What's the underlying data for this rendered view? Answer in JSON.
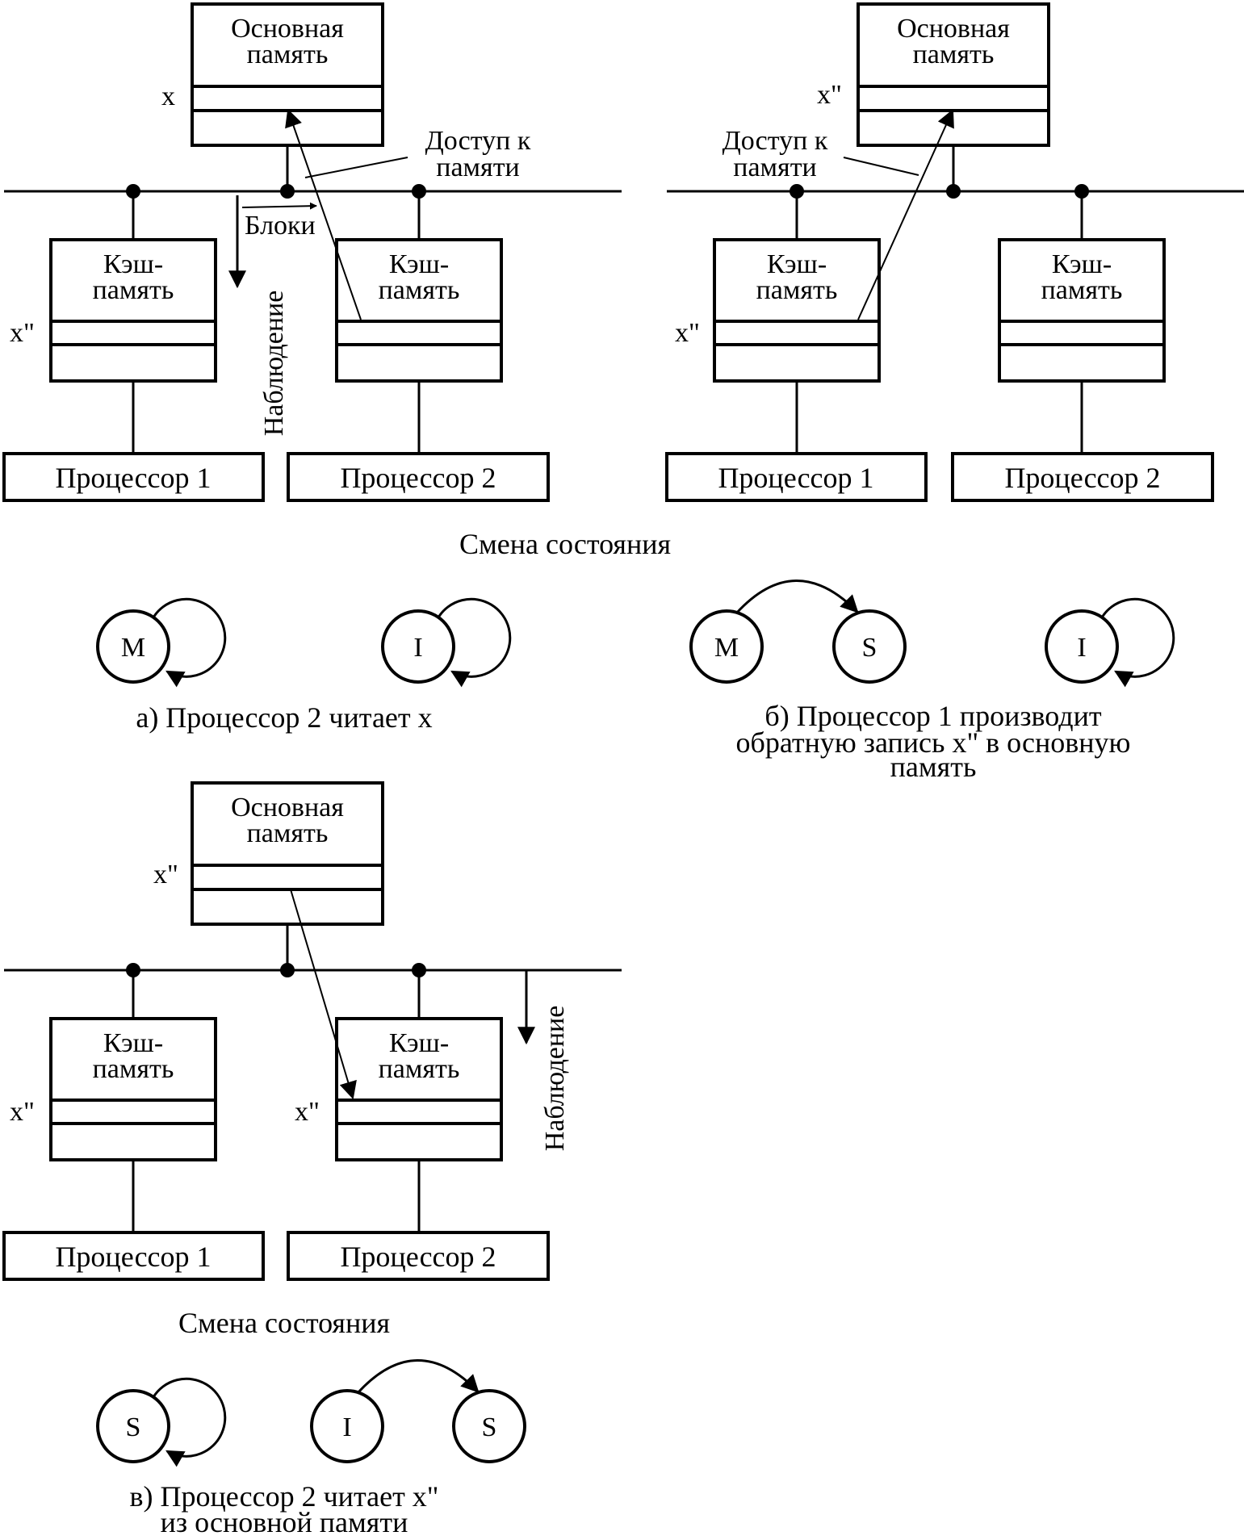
{
  "memory_label": "Основная память",
  "cache_label": "Кэш-память",
  "cache_label_lines": [
    "Кэш-",
    "память"
  ],
  "memory_label_lines": [
    "Основная",
    "память"
  ],
  "processor1": "Процессор 1",
  "processor2": "Процессор 2",
  "state_change": "Смена состояния",
  "panel_a": {
    "mem_var": "x",
    "cache1_var": "x\"",
    "access_label_lines": [
      "Доступ к",
      "памяти"
    ],
    "blocks_label": "Блоки",
    "snoop_label": "Наблюдение",
    "states_p1": [
      "M"
    ],
    "states_p2": [
      "I"
    ],
    "caption": "а) Процессор 2 читает x"
  },
  "panel_b": {
    "mem_var": "x\"",
    "cache1_var": "x\"",
    "access_label_lines": [
      "Доступ к",
      "памяти"
    ],
    "states_p1": [
      "M",
      "S"
    ],
    "states_p2": [
      "I"
    ],
    "caption_lines": [
      "б) Процессор 1 производит",
      "обратную запись x\" в основную",
      "память"
    ]
  },
  "panel_c": {
    "mem_var": "x\"",
    "cache1_var": "x\"",
    "cache2_var": "x\"",
    "snoop_label": "Наблюдение",
    "states_p1": [
      "S"
    ],
    "states_p2": [
      "I",
      "S"
    ],
    "caption_lines": [
      "в) Процессор 2 читает x\"",
      "из основной памяти"
    ]
  }
}
